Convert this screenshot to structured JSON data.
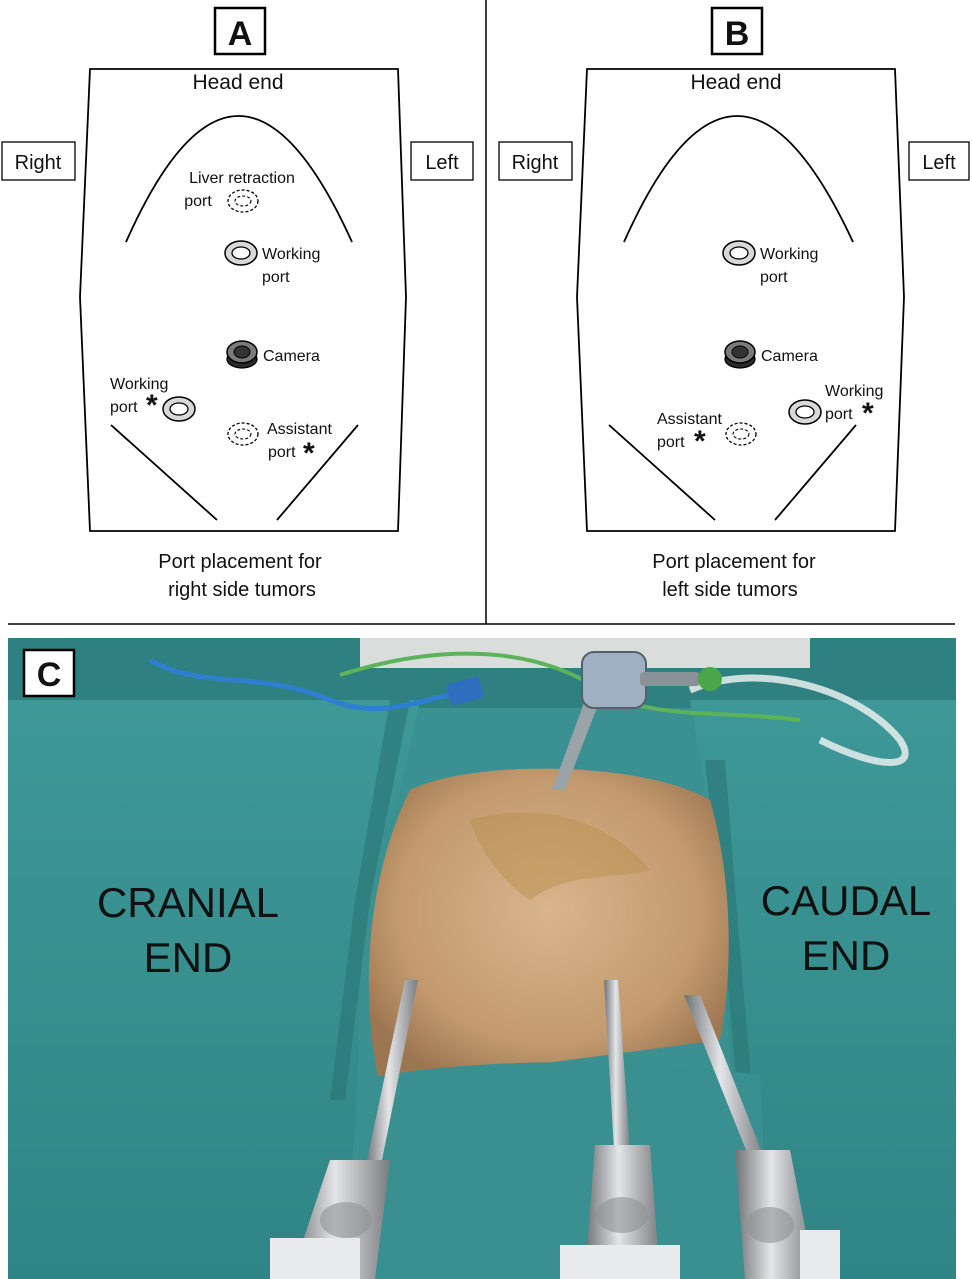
{
  "panel_a": {
    "letter": "A",
    "head": "Head end",
    "side_right": "Right",
    "side_left": "Left",
    "liver_line1": "Liver retraction",
    "liver_line2": "port",
    "working_top_line1": "Working",
    "working_top_line2": "port",
    "camera": "Camera",
    "working_low_line1": "Working",
    "working_low_line2": "port",
    "assistant_line1": "Assistant",
    "assistant_line2": "port",
    "star": "*",
    "caption_line1": "Port placement for",
    "caption_line2": "right side tumors"
  },
  "panel_b": {
    "letter": "B",
    "head": "Head end",
    "side_right": "Right",
    "side_left": "Left",
    "working_top_line1": "Working",
    "working_top_line2": "port",
    "camera": "Camera",
    "assistant_line1": "Assistant",
    "assistant_line2": "port",
    "working_low_line1": "Working",
    "working_low_line2": "port",
    "star": "*",
    "caption_line1": "Port placement for",
    "caption_line2": "left side tumors"
  },
  "panel_c": {
    "letter": "C",
    "cranial_line1": "CRANIAL",
    "cranial_line2": "END",
    "caudal_line1": "CAUDAL",
    "caudal_line2": "END"
  },
  "colors": {
    "drape": "#3f9a9a",
    "drape_dark": "#2e7f80",
    "skin": "#c9a27a",
    "metal": "#b9bcbf",
    "port_fill": "#d8d8d8",
    "camera_fill": "#444444"
  }
}
